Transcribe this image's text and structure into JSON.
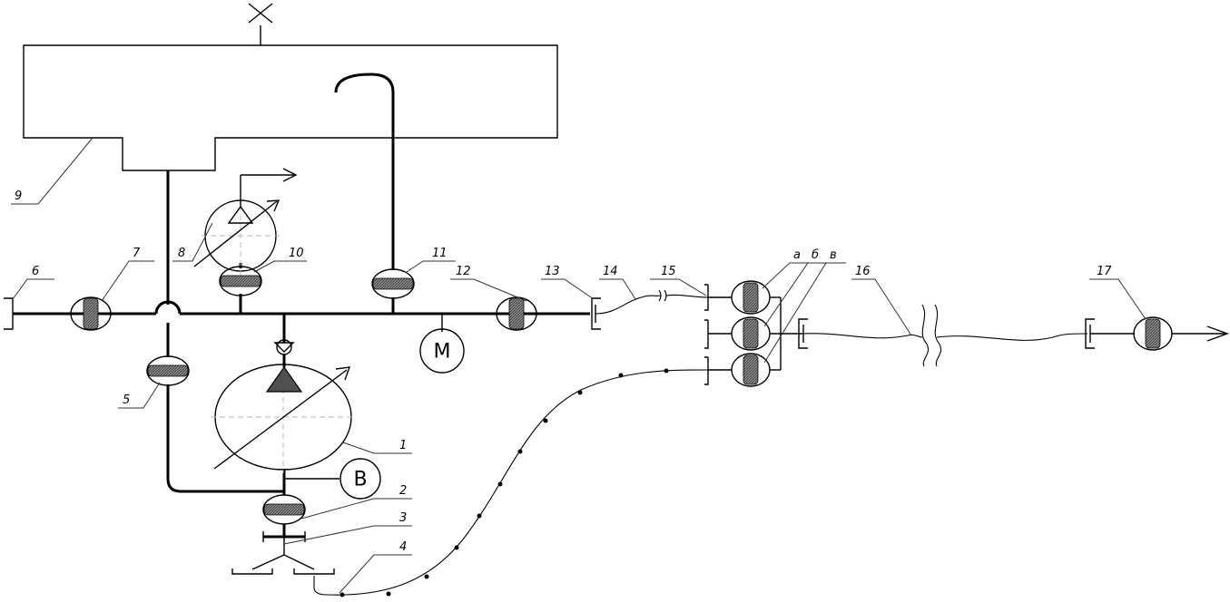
{
  "labels": {
    "l1": "1",
    "l2": "2",
    "l3": "3",
    "l4": "4",
    "l5": "5",
    "l6": "6",
    "l7": "7",
    "l8": "8",
    "l9": "9",
    "l10": "10",
    "l11": "11",
    "l12": "12",
    "l13": "13",
    "l14": "14",
    "l15": "15",
    "l16": "16",
    "l17": "17",
    "la": "а",
    "lb": "б",
    "lv": "в"
  },
  "symbols": {
    "motor_letter": "М",
    "pump_drive_letter": "В"
  },
  "icons": {
    "vent": "cross-vent-icon",
    "arrow": "flow-arrow-icon"
  },
  "colors": {
    "line": "#000000",
    "valve_fill": "#6b6b6b",
    "pump_triangle_fill": "#505050"
  }
}
